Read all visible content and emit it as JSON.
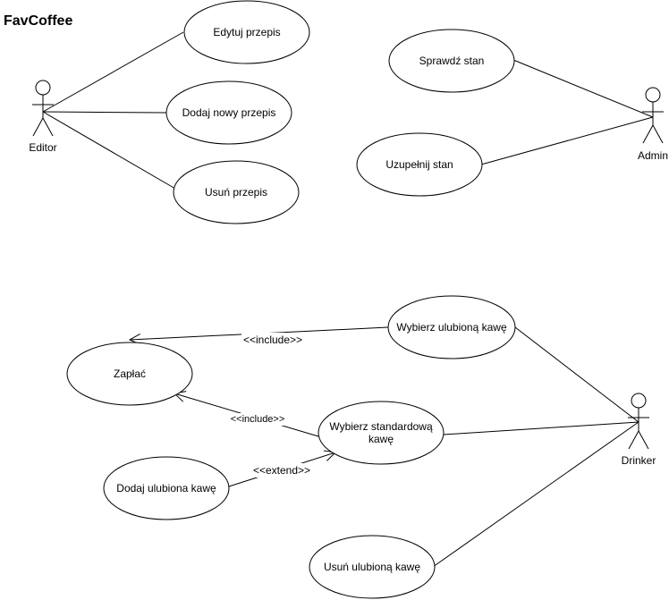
{
  "diagram": {
    "title": "FavCoffee",
    "actors": [
      {
        "id": "editor",
        "name": "Editor"
      },
      {
        "id": "admin",
        "name": "Admin"
      },
      {
        "id": "drinker",
        "name": "Drinker"
      }
    ],
    "use_cases": [
      {
        "id": "edytuj",
        "lines": [
          "Edytuj przepis"
        ]
      },
      {
        "id": "dodaj_przepis",
        "lines": [
          "Dodaj nowy przepis"
        ]
      },
      {
        "id": "usun_przepis",
        "lines": [
          "Usuń przepis"
        ]
      },
      {
        "id": "sprawdz",
        "lines": [
          "Sprawdź stan"
        ]
      },
      {
        "id": "uzupelnij",
        "lines": [
          "Uzupełnij stan"
        ]
      },
      {
        "id": "wybierz_ulubiona",
        "lines": [
          "Wybierz ulubioną kawę"
        ]
      },
      {
        "id": "zaplac",
        "lines": [
          "Zapłać"
        ]
      },
      {
        "id": "wybierz_standard",
        "lines": [
          "Wybierz standardową",
          "kawę"
        ]
      },
      {
        "id": "dodaj_ulubiona",
        "lines": [
          "Dodaj ulubiona kawę"
        ]
      },
      {
        "id": "usun_ulubiona",
        "lines": [
          "Usuń ulubioną kawę"
        ]
      }
    ],
    "relations": [
      {
        "from": "editor",
        "to": "edytuj",
        "type": "association"
      },
      {
        "from": "editor",
        "to": "dodaj_przepis",
        "type": "association"
      },
      {
        "from": "editor",
        "to": "usun_przepis",
        "type": "association"
      },
      {
        "from": "admin",
        "to": "sprawdz",
        "type": "association"
      },
      {
        "from": "admin",
        "to": "uzupelnij",
        "type": "association"
      },
      {
        "from": "drinker",
        "to": "wybierz_ulubiona",
        "type": "association"
      },
      {
        "from": "drinker",
        "to": "wybierz_standard",
        "type": "association"
      },
      {
        "from": "drinker",
        "to": "usun_ulubiona",
        "type": "association"
      },
      {
        "from": "wybierz_ulubiona",
        "to": "zaplac",
        "type": "include",
        "label": "<<include>>"
      },
      {
        "from": "wybierz_standard",
        "to": "zaplac",
        "type": "include",
        "label": "<<include>>"
      },
      {
        "from": "dodaj_ulubiona",
        "to": "wybierz_standard",
        "type": "extend",
        "label": "<<extend>>"
      }
    ]
  }
}
